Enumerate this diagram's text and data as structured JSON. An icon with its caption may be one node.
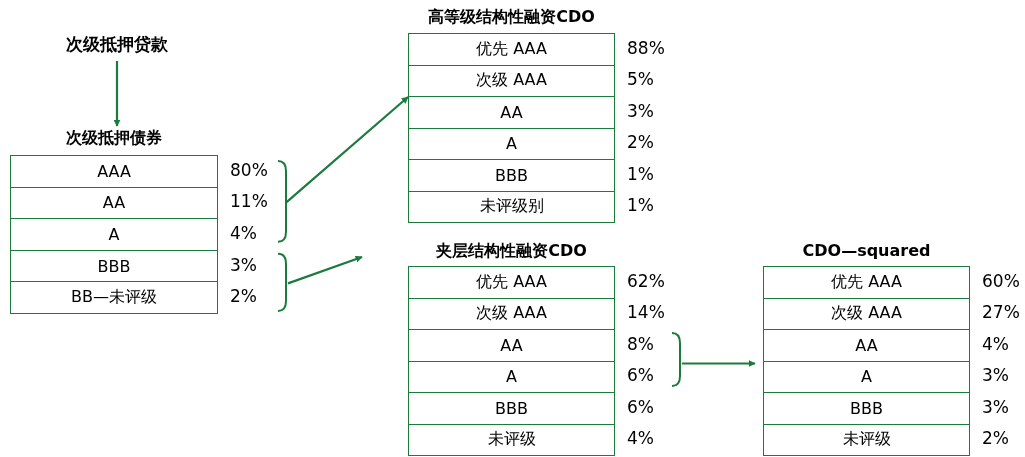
{
  "diagram": {
    "nodes": [
      {
        "text": [
          "次级抵押贷款"
        ]
      },
      {
        "text": [
          "次级抵押债券"
        ]
      },
      {
        "text": [
          "AAA"
        ],
        "in": 1,
        "beside": [
          "80%"
        ]
      },
      {
        "text": [
          "AA"
        ],
        "in": 1,
        "beside": [
          "11%"
        ]
      },
      {
        "text": [
          "A"
        ],
        "in": 1,
        "beside": [
          "4%"
        ]
      },
      {
        "text": [
          "BBB"
        ],
        "in": 1,
        "beside": [
          "3%"
        ]
      },
      {
        "text": [
          "BB—未评级"
        ],
        "in": 1,
        "beside": [
          "2%"
        ]
      },
      {
        "text": [
          "高等级结构性融资CDO"
        ]
      },
      {
        "text": [
          "优先 AAA"
        ],
        "in": 7,
        "beside": [
          "88%"
        ]
      },
      {
        "text": [
          "次级 AAA"
        ],
        "in": 7,
        "beside": [
          "5%"
        ]
      },
      {
        "text": [
          "AA"
        ],
        "in": 7,
        "beside": [
          "3%"
        ]
      },
      {
        "text": [
          "A"
        ],
        "in": 7,
        "beside": [
          "2%"
        ]
      },
      {
        "text": [
          "BBB"
        ],
        "in": 7,
        "beside": [
          "1%"
        ]
      },
      {
        "text": [
          "未评级别"
        ],
        "in": 7,
        "beside": [
          "1%"
        ]
      },
      {
        "text": [
          "夹层结构性融资CDO"
        ]
      },
      {
        "text": [
          "优先 AAA"
        ],
        "in": 14,
        "beside": [
          "62%"
        ]
      },
      {
        "text": [
          "次级 AAA"
        ],
        "in": 14,
        "beside": [
          "14%"
        ]
      },
      {
        "text": [
          "AA"
        ],
        "in": 14,
        "beside": [
          "8%"
        ]
      },
      {
        "text": [
          "A"
        ],
        "in": 14,
        "beside": [
          "6%"
        ]
      },
      {
        "text": [
          "BBB"
        ],
        "in": 14,
        "beside": [
          "6%"
        ]
      },
      {
        "text": [
          "未评级"
        ],
        "in": 14,
        "beside": [
          "4%"
        ]
      },
      {
        "text": [
          "CDO—squared"
        ]
      },
      {
        "text": [
          "优先 AAA"
        ],
        "in": 21,
        "beside": [
          "60%"
        ]
      },
      {
        "text": [
          "次级 AAA"
        ],
        "in": 21,
        "beside": [
          "27%"
        ]
      },
      {
        "text": [
          "AA"
        ],
        "in": 21,
        "beside": [
          "4%"
        ]
      },
      {
        "text": [
          "A"
        ],
        "in": 21,
        "beside": [
          "3%"
        ]
      },
      {
        "text": [
          "BBB"
        ],
        "in": 21,
        "beside": [
          "3%"
        ]
      },
      {
        "text": [
          "未评级"
        ],
        "in": 21,
        "beside": [
          "2%"
        ]
      }
    ],
    "edges": [
      {
        "from": 0,
        "to": 1,
        "arrow": "to"
      },
      {
        "from": 1,
        "to": 7,
        "arrow": "to"
      },
      {
        "from": 1,
        "to": 14,
        "arrow": "to"
      },
      {
        "from": 14,
        "to": 21,
        "arrow": "to"
      }
    ]
  }
}
